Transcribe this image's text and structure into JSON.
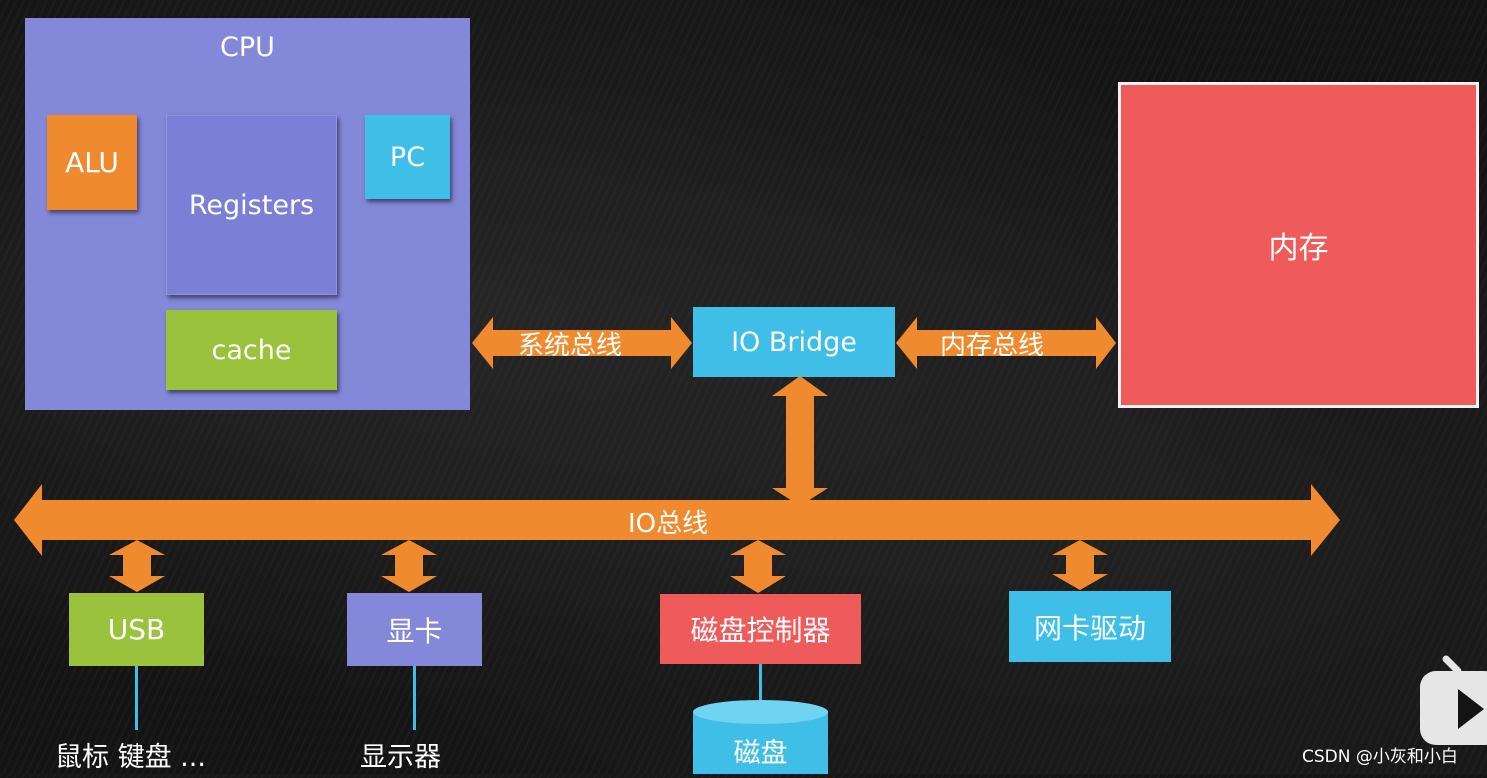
{
  "cpu": {
    "title": "CPU",
    "alu": "ALU",
    "registers": "Registers",
    "pc": "PC",
    "cache": "cache"
  },
  "io_bridge": "IO Bridge",
  "memory": "内存",
  "buses": {
    "system_bus": "系统总线",
    "memory_bus": "内存总线",
    "io_bus": "IO总线"
  },
  "devices": {
    "usb": "USB",
    "gpu": "显卡",
    "disk_controller": "磁盘控制器",
    "nic": "网卡驱动"
  },
  "peripherals": {
    "usb": "鼠标 键盘 ...",
    "gpu": "显示器",
    "disk": "磁盘"
  },
  "watermark": "CSDN @小灰和小白",
  "colors": {
    "arrow": "#ef8a2e",
    "cpu": "#8488d8",
    "alu": "#ef8a2e",
    "pc": "#3fbfe8",
    "cache": "#9ac23c",
    "memory": "#ef5b5b",
    "connector": "#3fbfe8"
  }
}
